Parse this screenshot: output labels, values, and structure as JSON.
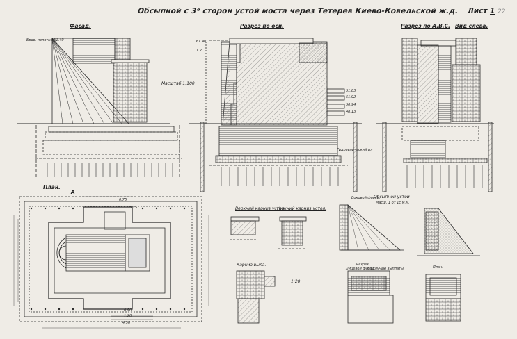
{
  "title": "Обсыпной с 3ᵉ сторон устой моста через Тетерев Киево-Ковельской ж.д.",
  "sheet_label": "Лист",
  "sheet_number": "1",
  "sheet_annotation": "22",
  "views": {
    "facade": "Фасад.",
    "section_axis": "Разрез по оси.",
    "section_abc": "Разрез по A.B.C.",
    "view_left": "Вид слева.",
    "plan": "План.",
    "plan_marker": "A",
    "scale": "Масштаб 1:100",
    "upper_cornice": "Верхний карниз устоя.",
    "lower_cornice": "Нижний карниз устоя.",
    "cornice_wing": "Карниз выла.",
    "scale_detail": "1:20",
    "embankment_pier_title": "Обсыпной устой",
    "embankment_pier_sub": "Масш. 1 от 1с.м.м.",
    "small_facade": "Боковой фасад.",
    "small_plan": "План.",
    "small_section": "Разрез",
    "small_front": "Лицевой фасад.",
    "small_front_sub": "по случаю выплаты."
  },
  "annotations": {
    "elev_top": "Бров. полотна 61.40",
    "elev_6140": "61.40",
    "elev_2": "1.2",
    "level_5183": "51.83",
    "level_5192": "51.92",
    "level_5094": "50.94",
    "level_4813": "48.13",
    "soil_label": "Гидравлический ил",
    "dim_075": "0.75",
    "dim_325": "3.25",
    "dim_090": "0.90",
    "dim_120": "1.20",
    "dim_450": "4.50"
  },
  "colors": {
    "ink": "#2a2a2a",
    "paper": "#efece6",
    "hatch": "#555555"
  }
}
